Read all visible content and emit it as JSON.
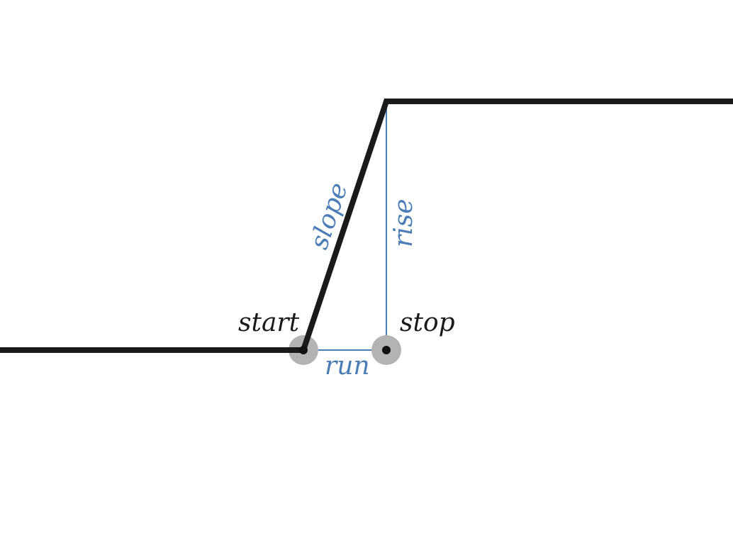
{
  "labels": {
    "start": "start",
    "stop": "stop",
    "slope": "slope",
    "rise": "rise",
    "run": "run"
  },
  "colors": {
    "line": "#1a1a1a",
    "measure": "#4a7db5",
    "marker_halo": "#b3b3b3",
    "marker_dot": "#111111",
    "background": "#ffffff"
  }
}
